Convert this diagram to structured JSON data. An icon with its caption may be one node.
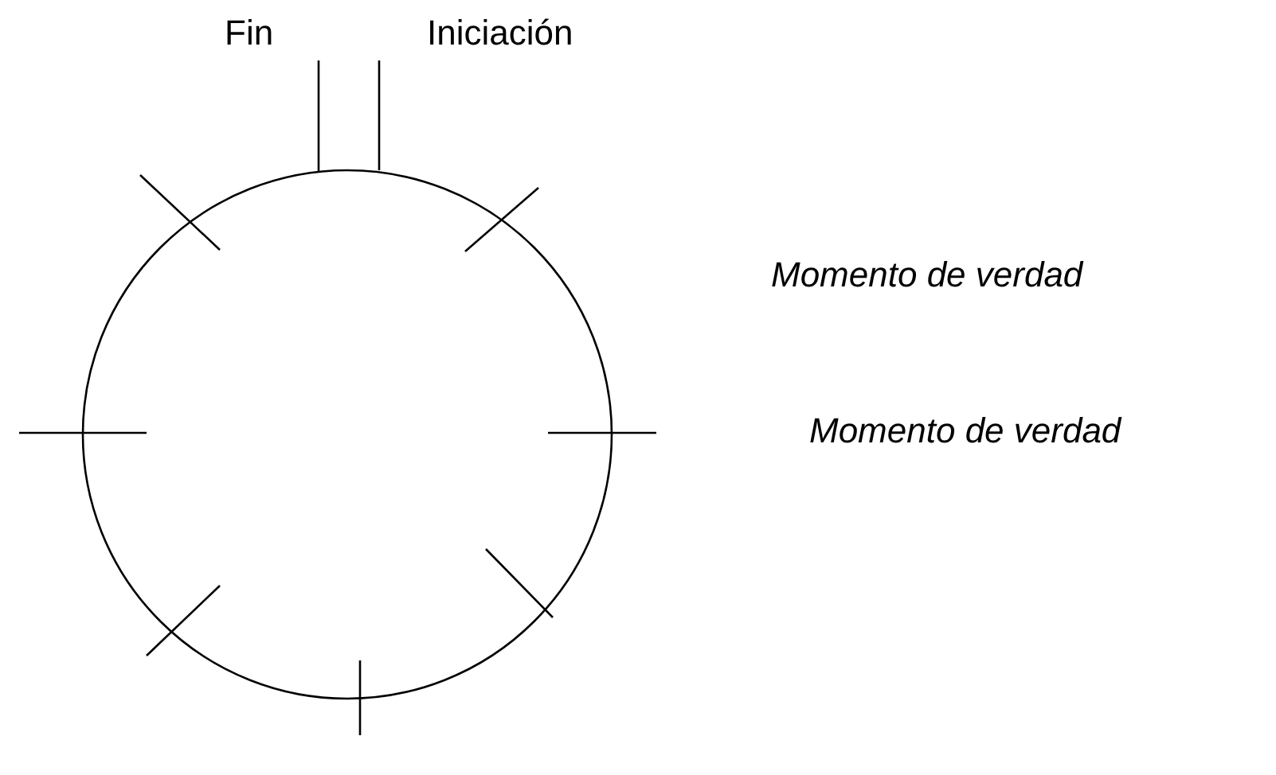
{
  "diagram": {
    "labels": [
      "Fin",
      "Iniciación",
      "Momento de verdad",
      "Momento de verdad"
    ]
  }
}
